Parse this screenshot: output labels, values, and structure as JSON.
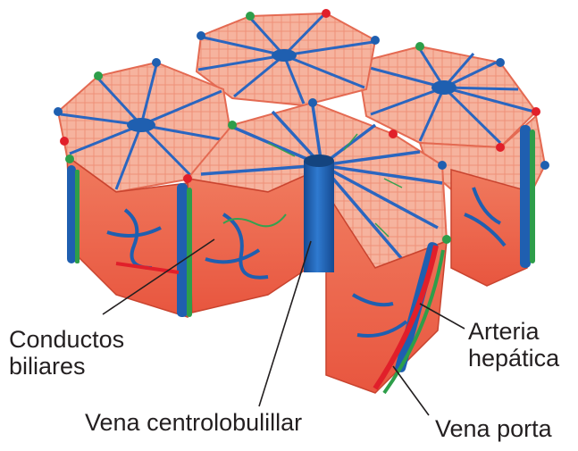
{
  "labels": {
    "conductos": {
      "line1": "Conductos",
      "line2": "biliares"
    },
    "arteria": {
      "line1": "Arteria",
      "line2": "hepática"
    },
    "vena_central": {
      "text": "Vena centrolobulillar"
    },
    "vena_porta": {
      "text": "Vena porta"
    }
  },
  "colors": {
    "tissue": "#f08a6c",
    "tissue_top": "#f6b39e",
    "tissue_dark": "#e0614a",
    "vein_blue": "#1f5fb0",
    "artery_red": "#e11f2a",
    "bile_green": "#2e9e4a",
    "leader": "#231f20"
  }
}
